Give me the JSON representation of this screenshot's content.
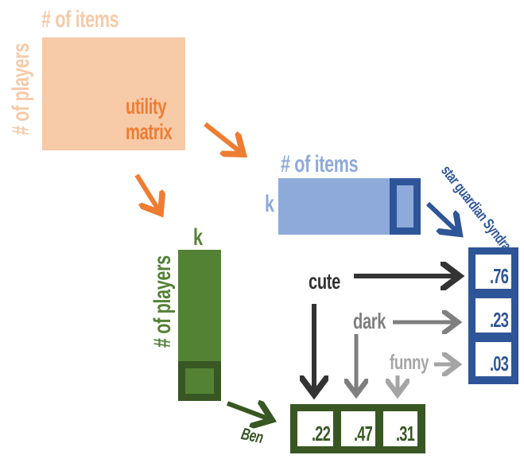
{
  "colors": {
    "orange_light": "#f7caa8",
    "orange": "#ee7d32",
    "blue_light": "#8eaadb",
    "blue_dark": "#2e5597",
    "green": "#548235",
    "green_dark": "#385723",
    "cute": "#333333",
    "dark": "#7f7f7f",
    "funny": "#a5a5a5"
  },
  "utility_matrix": {
    "col_label": "# of items",
    "row_label": "# of players",
    "title_line1": "utility",
    "title_line2": "matrix"
  },
  "item_matrix": {
    "col_label": "# of items",
    "row_label": "k",
    "item_name": "star guardian Syndra"
  },
  "player_matrix": {
    "col_label": "k",
    "row_label": "# of players",
    "player_name": "Ben"
  },
  "features": [
    {
      "name": "cute"
    },
    {
      "name": "dark"
    },
    {
      "name": "funny"
    }
  ],
  "item_vector": [
    ".76",
    ".23",
    ".03"
  ],
  "player_vector": [
    ".22",
    ".47",
    ".31"
  ]
}
